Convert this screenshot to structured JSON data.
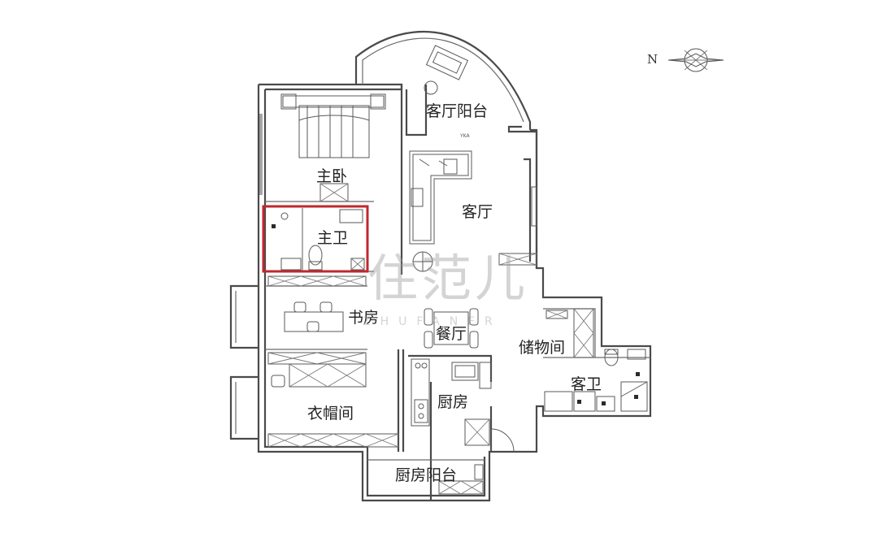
{
  "rooms": {
    "living_balcony": "客厅阳台",
    "master_bedroom": "主卧",
    "living_room": "客厅",
    "master_bath": "主卫",
    "study": "书房",
    "dining": "餐厅",
    "storage": "储物间",
    "guest_bath": "客卫",
    "kitchen": "厨房",
    "cloakroom": "衣帽间",
    "kitchen_balcony": "厨房阳台"
  },
  "compass": {
    "label": "N",
    "icon": "compass-icon"
  },
  "watermark": {
    "logo": "住范儿",
    "letters": "ZHUFANER"
  },
  "small_mark": "YKA",
  "highlight": {
    "room": "主卫",
    "color": "#c0272d"
  }
}
